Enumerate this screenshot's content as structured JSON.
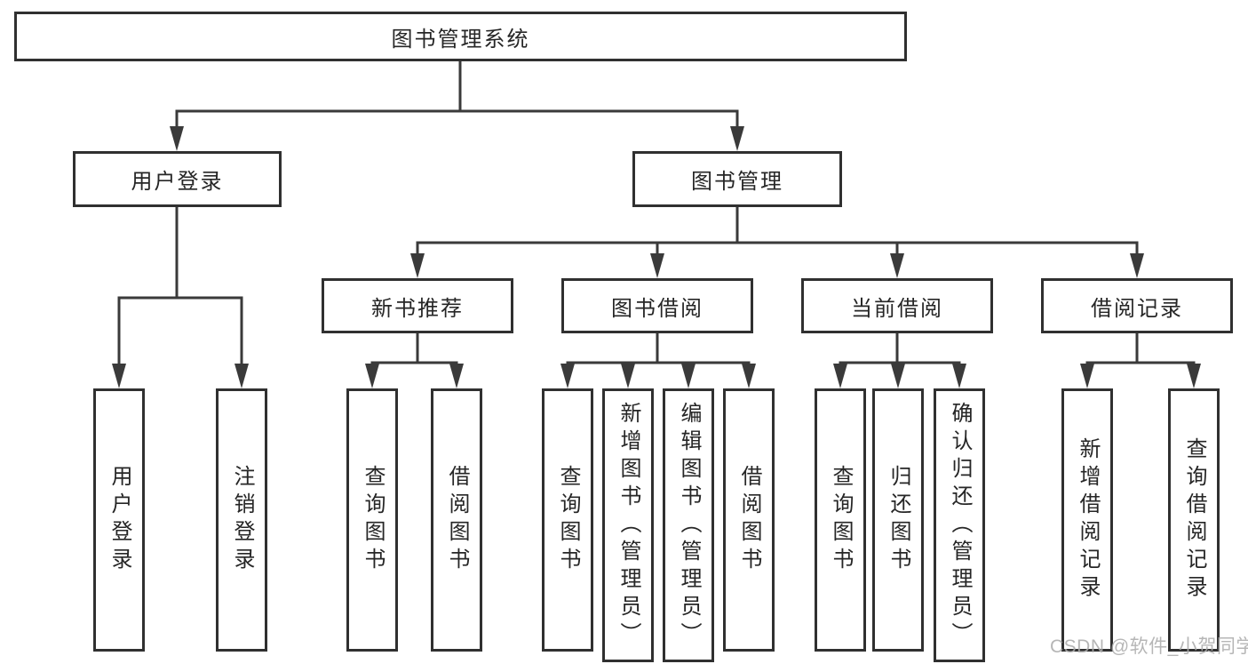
{
  "diagram": {
    "root": {
      "label": "图书管理系统"
    },
    "level1": [
      {
        "label": "用户登录"
      },
      {
        "label": "图书管理"
      }
    ],
    "level2": [
      {
        "label": "新书推荐"
      },
      {
        "label": "图书借阅"
      },
      {
        "label": "当前借阅"
      },
      {
        "label": "借阅记录"
      }
    ],
    "leaves": {
      "user_login": [
        {
          "label": "用户登录"
        },
        {
          "label": "注销登录"
        }
      ],
      "new_book": [
        {
          "label": "查询图书"
        },
        {
          "label": "借阅图书"
        }
      ],
      "book_borrow": [
        {
          "label": "查询图书"
        },
        {
          "label": "新增图书（管理员）"
        },
        {
          "label": "编辑图书（管理员）"
        },
        {
          "label": "借阅图书"
        }
      ],
      "current_borrow": [
        {
          "label": "查询图书"
        },
        {
          "label": "归还图书"
        },
        {
          "label": "确认归还（管理员）"
        }
      ],
      "borrow_records": [
        {
          "label": "新增借阅记录"
        },
        {
          "label": "查询借阅记录"
        }
      ]
    }
  },
  "watermark": "CSDN @软件_小贺同学",
  "colors": {
    "line": "#3a3a3a",
    "box_border": "#303030",
    "text": "#262626",
    "watermark": "#adadad",
    "background": "#ffffff"
  }
}
